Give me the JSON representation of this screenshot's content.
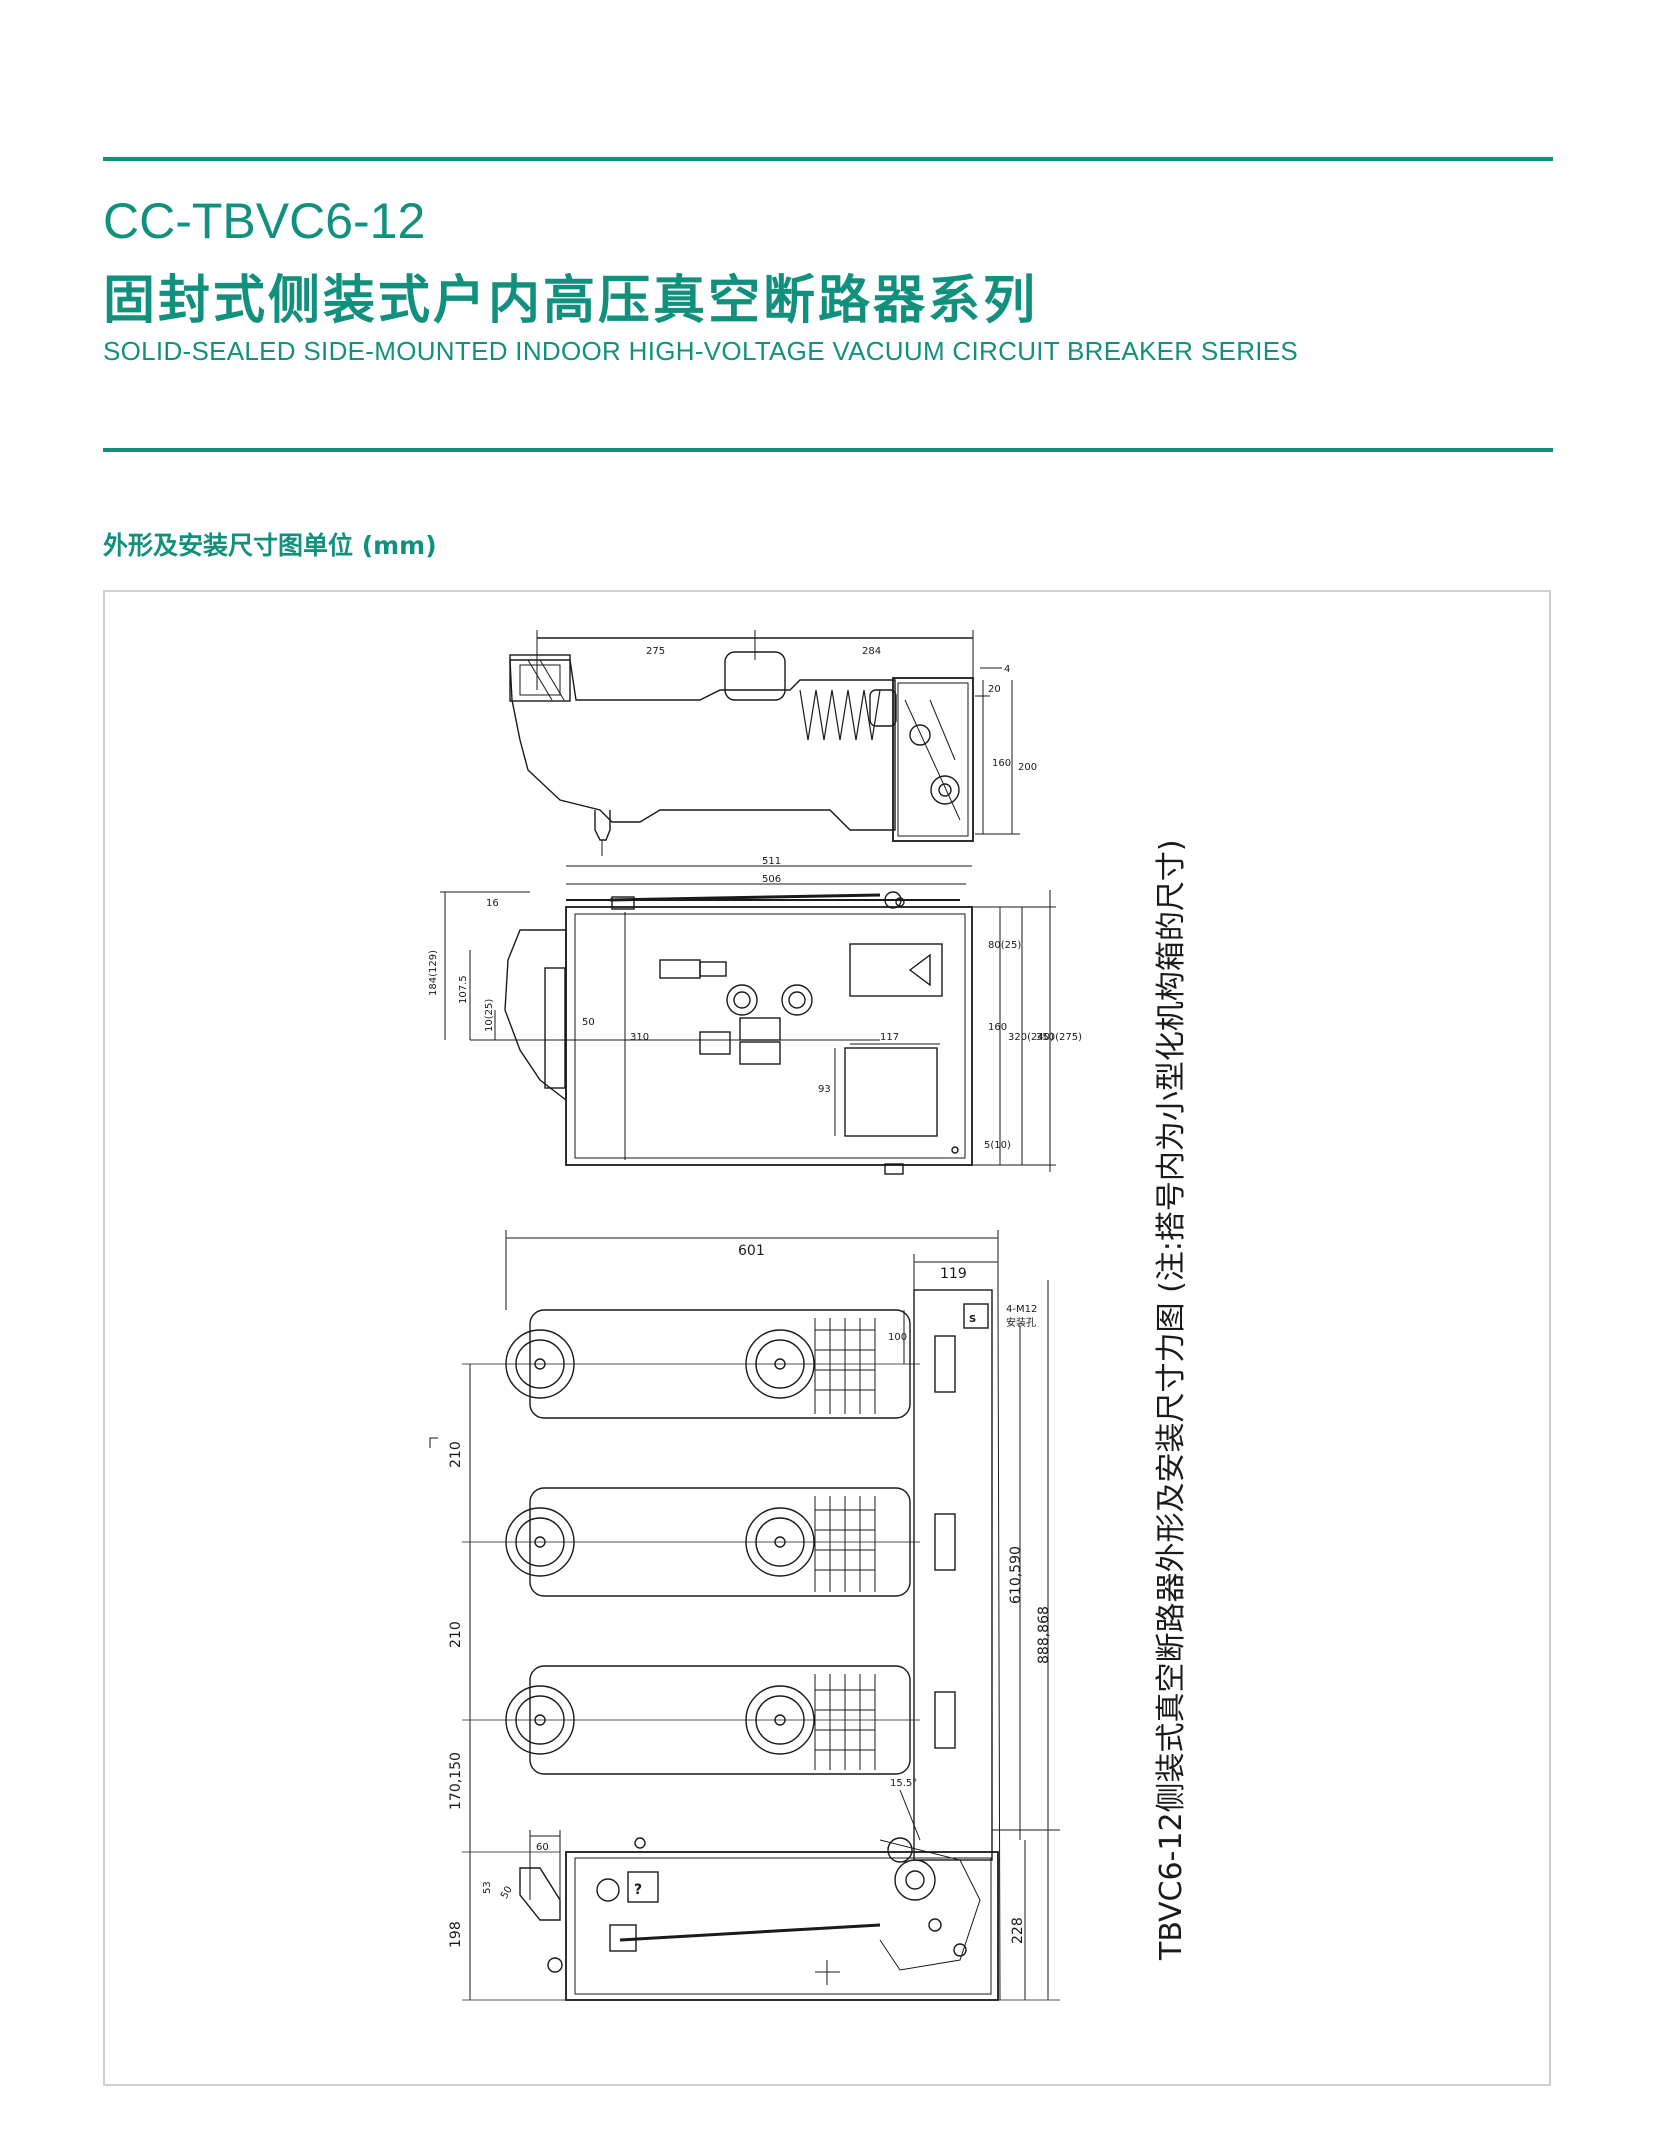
{
  "header": {
    "model": "CC-TBVC6-12",
    "title_cn": "固封式侧装式户内高压真空断路器系列",
    "title_en": "SOLID-SEALED SIDE-MOUNTED INDOOR HIGH-VOLTAGE VACUUM CIRCUIT BREAKER SERIES"
  },
  "section": {
    "heading": "外形及安装尺寸图单位 (mm)"
  },
  "drawing": {
    "caption": "TBVC6-12侧装式真空断路器外形及安装尺寸力图 (注:搭号内为小型化机构箱的尺寸)",
    "side_view_dims": [
      "275",
      "284",
      "20",
      "160",
      "200",
      "4"
    ],
    "top_view_dims": [
      "511",
      "506",
      "16",
      "184(129)",
      "107.5",
      "10(25)",
      "50",
      "310",
      "80(25)",
      "160",
      "320(240)",
      "350(275)",
      "117",
      "93",
      "5(10)"
    ],
    "front_view_dims": [
      "601",
      "119",
      "100",
      "4-M12",
      "安装孔",
      "210",
      "210",
      "170,150",
      "60",
      "53",
      "50",
      "198",
      "15.5°",
      "610,590",
      "888,868",
      "228"
    ]
  },
  "colors": {
    "accent": "#12907e",
    "frame": "#cfcfcf",
    "line": "#1a1a1a"
  }
}
